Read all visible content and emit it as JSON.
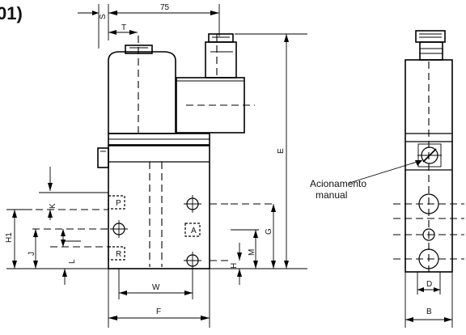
{
  "figure": {
    "tag": "01)"
  },
  "dimensions": {
    "top_width": "75",
    "top_offset": "S",
    "T": "T",
    "B": "B",
    "K": "K",
    "P": "P",
    "H1": "H1",
    "J": "J",
    "L": "L",
    "R": "R",
    "A": "A",
    "E": "E",
    "H": "H",
    "M": "M",
    "W": "W",
    "F": "F",
    "D": "D",
    "G": "G"
  },
  "annotation": {
    "line1": "Acionamento",
    "line2": "manual"
  }
}
